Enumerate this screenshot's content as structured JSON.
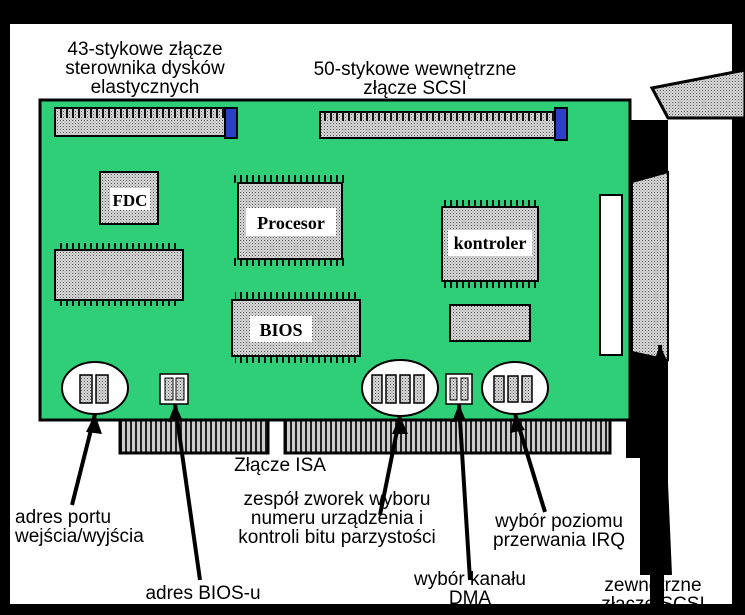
{
  "labels": {
    "fdc_connector_line1": "43-stykowe złącze",
    "fdc_connector_line2": "sterownika dysków",
    "fdc_connector_line3": "elastycznych",
    "scsi_internal_line1": "50-stykowe wewnętrzne",
    "scsi_internal_line2": "złącze SCSI",
    "isa_connector": "Złącze ISA",
    "io_port_line1": "adres portu",
    "io_port_line2": "wejścia/wyjścia",
    "jumper_block_line1": "zespół zworek wyboru",
    "jumper_block_line2": "numeru urządzenia i",
    "jumper_block_line3": "kontroli bitu parzystości",
    "irq_line1": "wybór poziomu",
    "irq_line2": "przerwania IRQ",
    "bios_address": "adres BIOS-u",
    "dma_line1": "wybór kanału",
    "dma_line2": "DMA",
    "scsi_external_line1": "zewnętrzne",
    "scsi_external_line2": "złącze SCSI"
  },
  "chips": {
    "fdc": "FDC",
    "processor": "Procesor",
    "controller": "kontroler",
    "bios": "BIOS"
  },
  "colors": {
    "board": "#2fcf78",
    "background": "#ffffff",
    "frame": "#000000",
    "connector_blue": "#2b3fc7"
  }
}
